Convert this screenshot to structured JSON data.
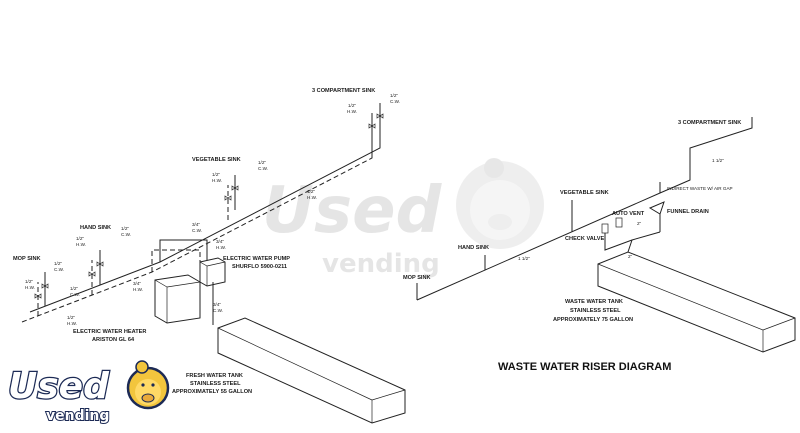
{
  "watermark": {
    "top": "Used",
    "bottom": "vending"
  },
  "logo": {
    "top": "Used",
    "bottom": "vending",
    "pig_color": "#f2c53d",
    "text_stroke": "#1c2a55"
  },
  "fresh": {
    "sink_3comp": "3 COMPARTMENT SINK",
    "sink_veg": "VEGETABLE SINK",
    "sink_hand": "HAND SINK",
    "sink_mop": "MOP SINK",
    "pump": "ELECTRIC WATER PUMP",
    "pump_model": "SHURFLO 5900-0211",
    "heater": "ELECTRIC WATER HEATER",
    "heater_model": "ARISTON GL 64",
    "tank_line1": "FRESH WATER TANK",
    "tank_line2": "STAINLESS STEEL",
    "tank_line3": "APPROXIMATELY 55 GALLON",
    "half": "1/2\"",
    "three_q": "3/4\"",
    "hw": "H.W.",
    "cw": "C.W."
  },
  "waste": {
    "sink_3comp": "3 COMPARTMENT SINK",
    "sink_veg": "VEGETABLE SINK",
    "sink_hand": "HAND SINK",
    "sink_mop": "MOP SINK",
    "indirect": "INDIRECT WASTE W/ AIR GAP",
    "funnel": "FUNNEL DRAIN",
    "auto_vent": "AUTO VENT",
    "check_valve": "CHECK VALVE",
    "one_half": "1 1/2\"",
    "two": "2\"",
    "tank_line1": "WASTE WATER TANK",
    "tank_line2": "STAINLESS STEEL",
    "tank_line3": "APPROXIMATELY 75 GALLON",
    "title": "WASTE WATER RISER DIAGRAM"
  }
}
